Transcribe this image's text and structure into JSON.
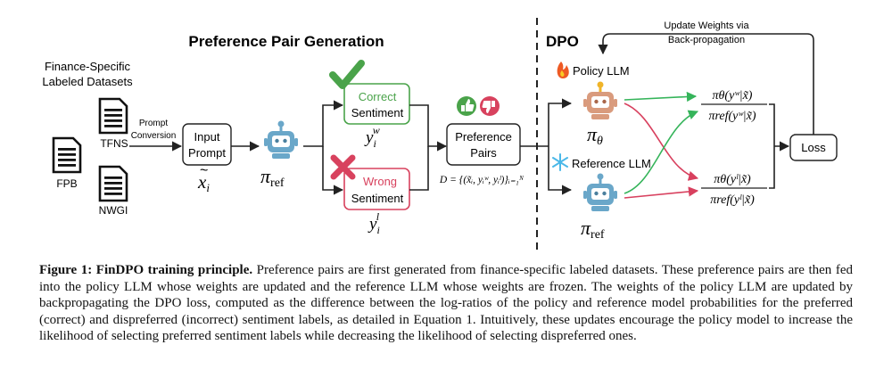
{
  "colors": {
    "correct": "#4aa34a",
    "wrong": "#d8425e",
    "robot_ref": "#6aa7c9",
    "robot_policy": "#d99b7d",
    "antenna": "#f0b429",
    "arrow": "#222222",
    "green_arrow": "#35b45a",
    "red_arrow": "#d8405e"
  },
  "sections": {
    "pair_generation_title": "Preference Pair Generation",
    "dpo_title": "DPO"
  },
  "datasets": {
    "heading_line1": "Finance-Specific",
    "heading_line2": "Labeled Datasets",
    "items": [
      "FPB",
      "TFNS",
      "NWGI"
    ],
    "icon": "document-icon"
  },
  "prompt_conversion": {
    "line1": "Prompt",
    "line2": "Conversion"
  },
  "input_prompt": {
    "line1": "Input",
    "line2": "Prompt",
    "symbol_base": "x",
    "symbol_accent": "~",
    "symbol_sub": "i"
  },
  "pi_ref": {
    "pi": "π",
    "sub": "ref"
  },
  "correct_box": {
    "line1": "Correct",
    "line2": "Sentiment",
    "symbol_base": "y",
    "symbol_sub": "i",
    "symbol_sup": "w",
    "icon": "checkmark-icon"
  },
  "wrong_box": {
    "line1": "Wrong",
    "line2": "Sentiment",
    "symbol_base": "y",
    "symbol_sub": "i",
    "symbol_sup": "l",
    "icon": "cross-icon"
  },
  "preference_box": {
    "line1": "Preference",
    "line2": "Pairs",
    "icons": [
      "thumbs-up-icon",
      "thumbs-down-icon"
    ]
  },
  "dataset_formula": {
    "text": "D = {(x̃ᵢ, yᵢʷ, yᵢˡ)}ᵢ₌₁ᴺ"
  },
  "policy_llm": {
    "label": "Policy LLM",
    "icon": "fire-icon",
    "pi": "π",
    "sub": "θ"
  },
  "reference_llm": {
    "label": "Reference LLM",
    "icon": "snowflake-icon",
    "pi": "π",
    "sub": "ref"
  },
  "ratio_top": {
    "numerator": "πθ(yʷ|x̃)",
    "denominator": "πref(yʷ|x̃)"
  },
  "ratio_bottom": {
    "numerator": "πθ(yˡ|x̃)",
    "denominator": "πref(yˡ|x̃)"
  },
  "loss": {
    "label": "Loss"
  },
  "update_weights": {
    "line1": "Update Weights via",
    "line2": "Back-propagation"
  },
  "caption": {
    "label": "Figure 1: FinDPO training principle.",
    "text": " Preference pairs are first generated from finance-specific labeled datasets. These preference pairs are then fed into the policy LLM whose weights are updated and the reference LLM whose weights are frozen. The weights of the policy LLM are updated by backpropagating the DPO loss, computed as the difference between the log-ratios of the policy and reference model probabilities for the preferred (correct) and dispreferred (incorrect) sentiment labels, as detailed in Equation 1. Intuitively, these updates encourage the policy model to increase the likelihood of selecting preferred sentiment labels while decreasing the likelihood of selecting dispreferred ones."
  }
}
